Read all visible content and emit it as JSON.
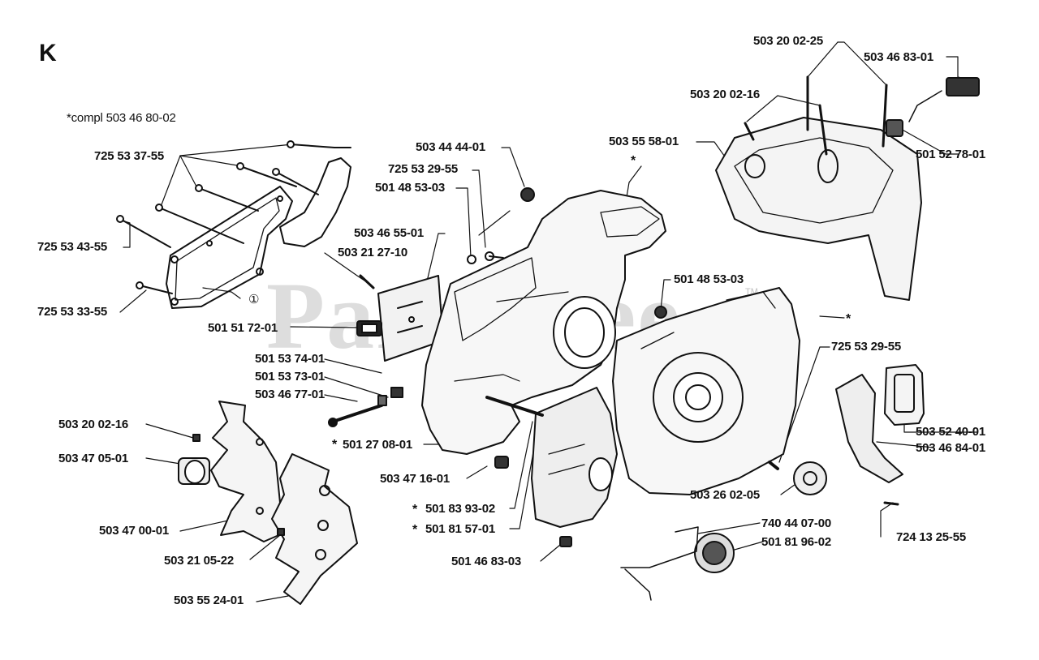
{
  "section_letter": "K",
  "compl_note": "*compl 503 46 80-02",
  "watermark": "PartsTree",
  "trademark": "TM",
  "circled_one": "①",
  "asterisk": "*",
  "labels": [
    "503 20 02-25",
    "503 46 83-01",
    "503 20 02-16",
    "501 52 78-01",
    "503 55 58-01",
    "503 44 44-01",
    "725 53 29-55",
    "501 48 53-03",
    "725 53 37-55",
    "725 53 43-55",
    "725 53 33-55",
    "503 46 55-01",
    "503 21 27-10",
    "501 51 72-01",
    "501 48 53-03",
    "501 53 74-01",
    "501 53 73-01",
    "503 46 77-01",
    "501 27 08-01",
    "725 53 29-55",
    "503 20 02-16",
    "503 47 05-01",
    "503 52 40-01",
    "503 46 84-01",
    "503 47 16-01",
    "503 26 02-05",
    "501 83 93-02",
    "501 81 57-01",
    "503 47 00-01",
    "740 44 07-00",
    "501 81 96-02",
    "724 13 25-55",
    "503 21 05-22",
    "501 46 83-03",
    "503 55 24-01"
  ]
}
